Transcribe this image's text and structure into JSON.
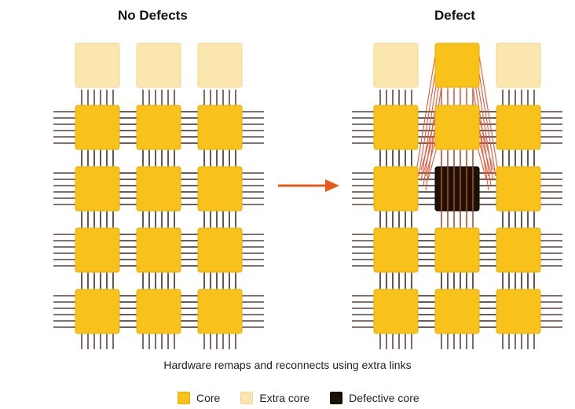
{
  "panels": {
    "left_title": "No Defects",
    "right_title": "Defect"
  },
  "caption": "Hardware remaps and reconnects using extra links",
  "legend": [
    {
      "label": "Core",
      "color": "#f8c21a"
    },
    {
      "label": "Extra core",
      "color": "#fbe6ad"
    },
    {
      "label": "Defective core",
      "color": "#1a1300"
    }
  ],
  "colors": {
    "core": "#f8c21a",
    "extra_core": "#fbe6ad",
    "defective_core": "#1a1300",
    "link": "#3a1c14",
    "reroute_link": "#e8583a",
    "arrow": "#e85a1e"
  },
  "grid": {
    "rows": 4,
    "cols": 3,
    "defective_cell": {
      "row": 1,
      "col": 1
    },
    "promoted_extra_col": 1
  }
}
